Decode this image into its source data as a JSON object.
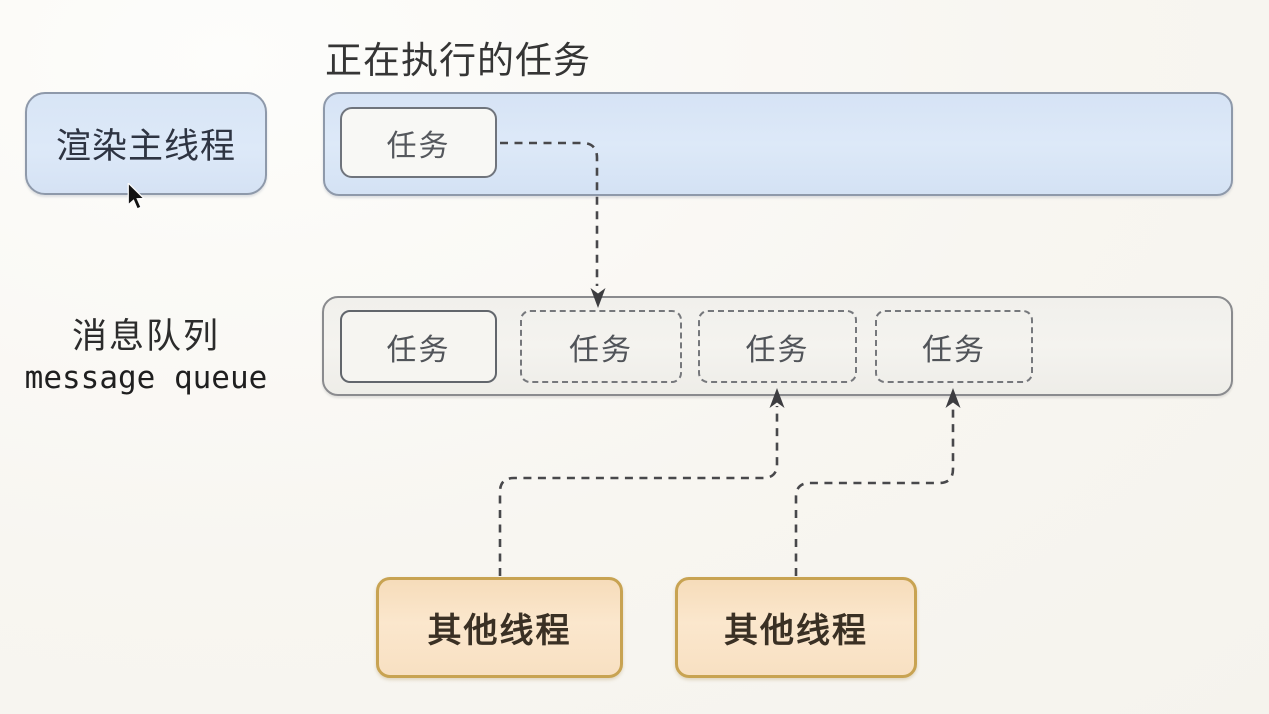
{
  "diagram": {
    "title": "正在执行的任务",
    "main_thread": {
      "label": "渲染主线程"
    },
    "executing_bar": {
      "task": {
        "label": "任务"
      }
    },
    "queue": {
      "label_zh": "消息队列",
      "label_en": "message queue",
      "tasks": [
        {
          "label": "任务",
          "style": "solid"
        },
        {
          "label": "任务",
          "style": "dashed"
        },
        {
          "label": "任务",
          "style": "dashed"
        },
        {
          "label": "任务",
          "style": "dashed"
        }
      ]
    },
    "other_threads": [
      {
        "label": "其他线程"
      },
      {
        "label": "其他线程"
      }
    ],
    "icons": {
      "cursor": "mouse-pointer-icon"
    },
    "colors": {
      "background": "#f8f6f1",
      "blue_fill": "#d8e5f6",
      "blue_border": "#8e99aa",
      "queue_fill": "#f1f0ec",
      "queue_border": "#8a8b8e",
      "task_fill": "#f8f8f5",
      "task_border": "#6f747c",
      "orange_fill": "#fbe7cd",
      "orange_border": "#c8a352",
      "arrow": "#48484b",
      "text_dark": "#2e3442"
    }
  }
}
